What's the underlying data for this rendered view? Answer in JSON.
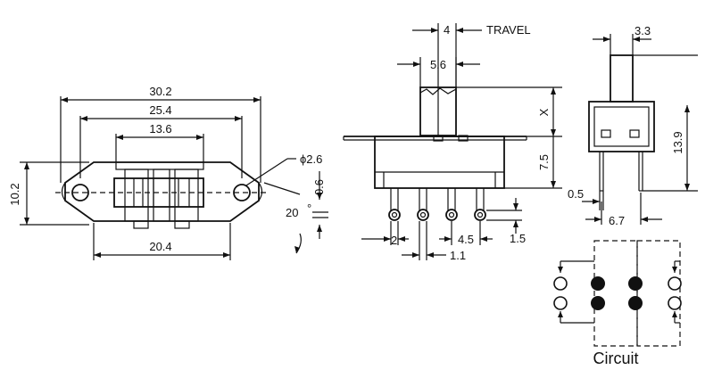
{
  "front_view": {
    "dim_overall_length": "30.2",
    "dim_mount_hole_spacing": "25.4",
    "dim_slot_length": "13.6",
    "dim_body_length": "20.4",
    "dim_height": "10.2",
    "dim_hole_diameter": "ϕ2.6",
    "dim_thickness": "0.6",
    "dim_angle": "20",
    "dim_angle_unit": "°"
  },
  "side_view": {
    "dim_travel": "4",
    "travel_label": "TRAVEL",
    "dim_actuator_width": "5.6",
    "dim_actuator_height_label": "X",
    "dim_body_height": "7.5",
    "dim_pin_offset": "2",
    "dim_pin_pitch": "4.5",
    "dim_pin_width": "1.1",
    "dim_pin_eye": "1.5"
  },
  "end_view": {
    "dim_actuator_thickness": "3.3",
    "dim_total_height": "13.9",
    "dim_pin_thickness": "0.5",
    "dim_row_spacing": "6.7"
  },
  "circuit": {
    "label": "Circuit"
  }
}
